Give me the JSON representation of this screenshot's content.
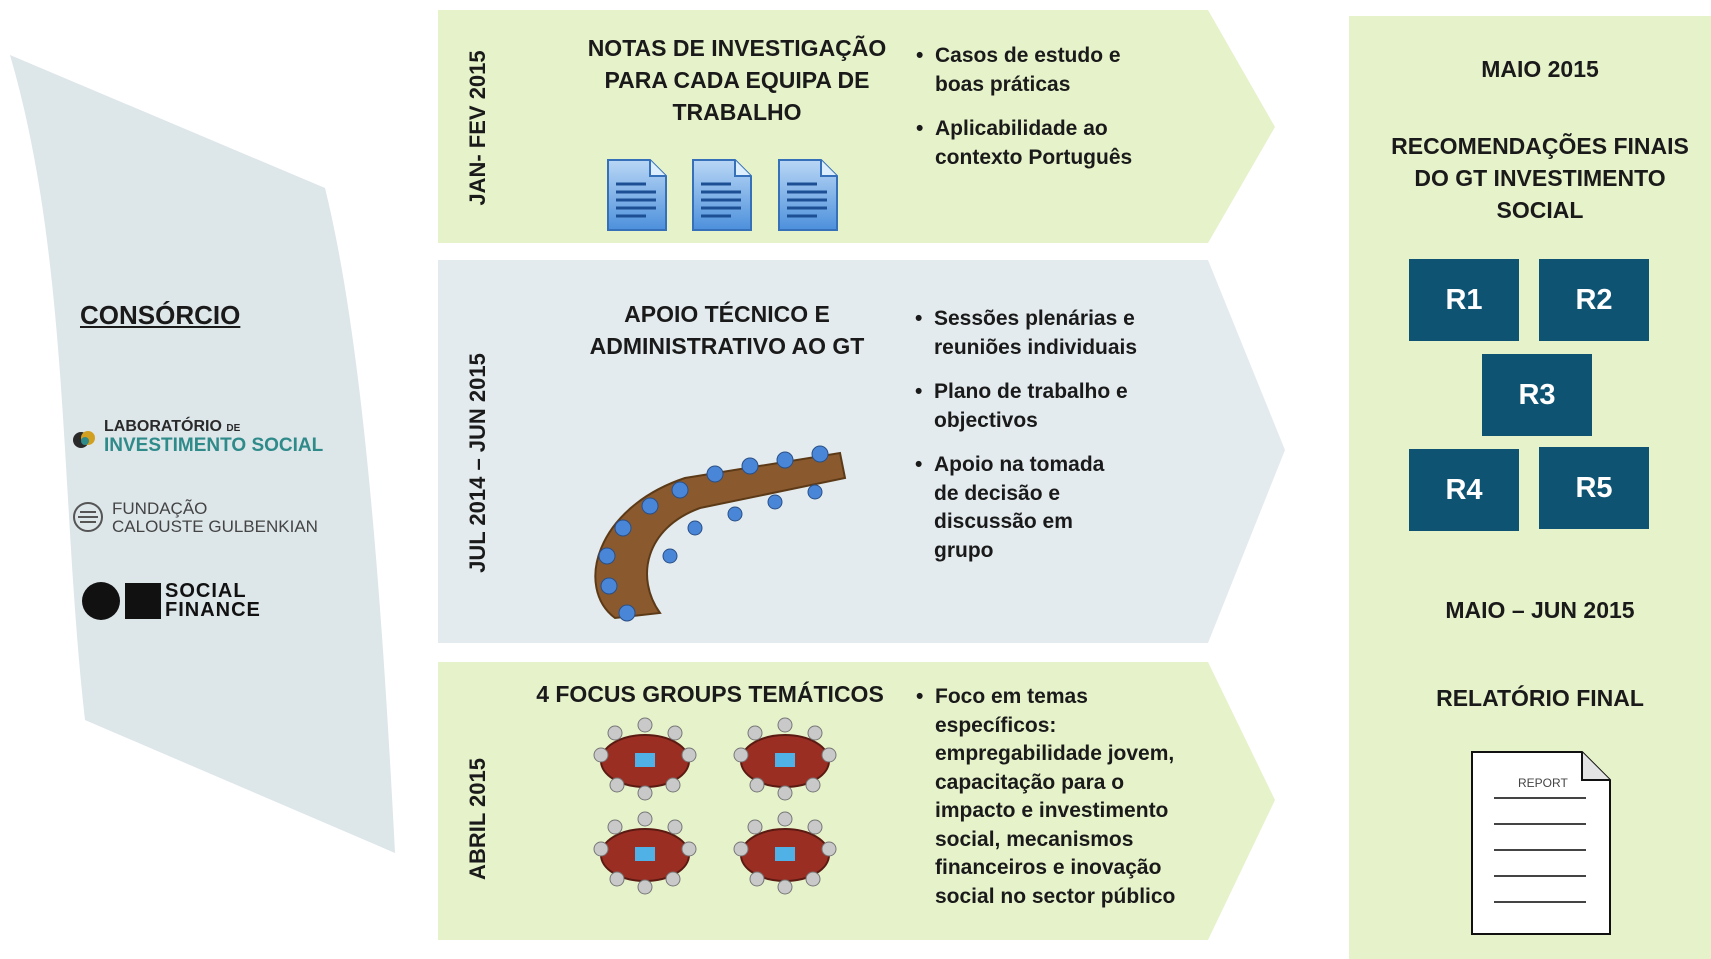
{
  "colors": {
    "green_band": "#e6f2ca",
    "blue_band": "#e3ebee",
    "r_box": "#0f5372",
    "left_shape": "#dde6e9"
  },
  "consortium": {
    "title": "CONSÓRCIO",
    "logos": [
      {
        "name": "laboratorio",
        "line1": "LABORATÓRIO",
        "line1_small": "DE",
        "line2": "INVESTIMENTO SOCIAL"
      },
      {
        "name": "gulbenkian",
        "line1": "FUNDAÇÃO",
        "line2": "CALOUSTE GULBENKIAN"
      },
      {
        "name": "social-finance",
        "line1": "SOCIAL",
        "line2": "FINANCE"
      }
    ]
  },
  "phases": [
    {
      "period": "JAN- FEV 2015",
      "title": "NOTAS DE INVESTIGAÇÃO PARA CADA EQUIPA DE TRABALHO",
      "bullets": [
        "Casos de estudo e boas práticas",
        "Aplicabilidade ao contexto Português"
      ],
      "icon": "document-icon"
    },
    {
      "period": "JUL 2014 – JUN 2015",
      "title": "APOIO TÉCNICO E ADMINISTRATIVO AO GT",
      "bullets": [
        "Sessões plenárias e reuniões individuais",
        "Plano de trabalho e objectivos",
        "Apoio na tomada de decisão e discussão em grupo"
      ],
      "icon": "conference-table-icon"
    },
    {
      "period": "ABRIL 2015",
      "title": "4 FOCUS GROUPS TEMÁTICOS",
      "bullets": [
        "Foco em temas específicos: empregabilidade jovem, capacitação para o impacto e investimento social, mecanismos financeiros e inovação social no sector público"
      ],
      "icon": "round-table-icon"
    }
  ],
  "results": {
    "date1": "MAIO 2015",
    "title": "RECOMENDAÇÕES FINAIS DO GT INVESTIMENTO SOCIAL",
    "boxes": [
      "R1",
      "R2",
      "R3",
      "R4",
      "R5"
    ],
    "date2": "MAIO – JUN 2015",
    "report_title": "RELATÓRIO FINAL",
    "report_label": "REPORT"
  }
}
